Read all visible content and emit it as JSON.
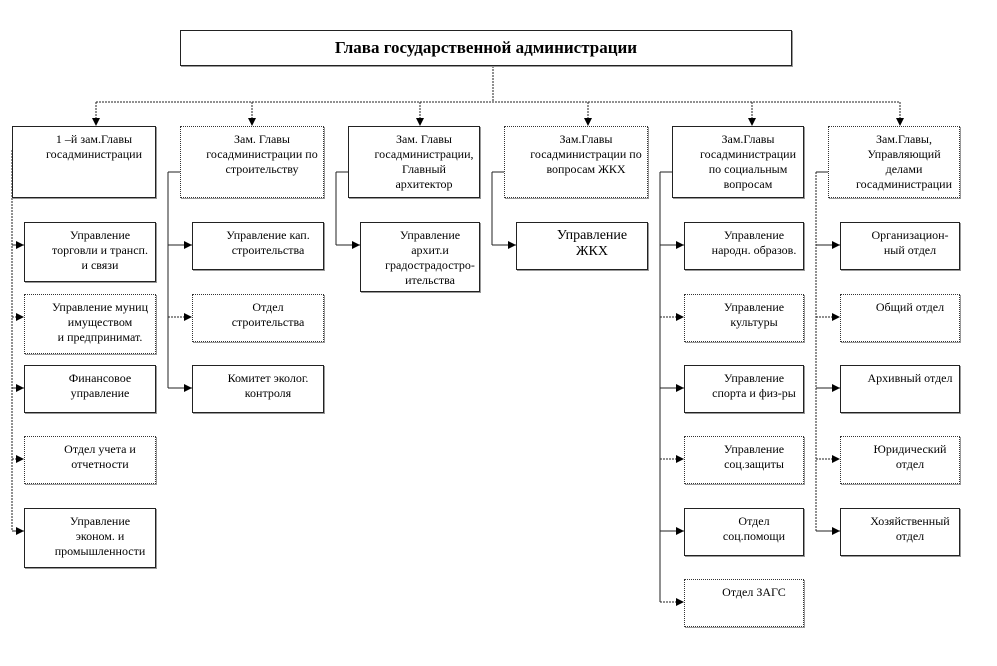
{
  "title": "Глава государственной администрации",
  "columns": [
    {
      "head": "1 –й зам.Главы\nгосадминистрации",
      "children": [
        "Управление\nторговли и трансп.\nи связи",
        "Управление муниц\nимуществом\nи  предпринимат.",
        "Финансовое\nуправление",
        "Отдел учета и\nотчетности",
        "Управление\nэконом. и\nпромышленности"
      ]
    },
    {
      "head": "Зам. Главы\nгосадминистрации по\nстроительству",
      "children": [
        "Управление кап.\nстроительства",
        "Отдел\nстроительства",
        "Комитет эколог.\nконтроля"
      ]
    },
    {
      "head": "Зам. Главы\nгосадминистрации,\nГлавный\nархитектор",
      "children": [
        "Управление\nархит.и\nградостраДостро-\nительства"
      ]
    },
    {
      "head": "Зам.Главы\nгосадминистрации по\nвопросам ЖКХ",
      "children": [
        "Управление\nЖКХ"
      ]
    },
    {
      "head": "Зам.Главы\nгосадминистрации\nпо социальным\nвопросам",
      "children": [
        "Управление\nнародн. образов.",
        "Управление\nкультуры",
        "Управление\nспорта и физ-ры",
        "Управление\nсоц.защиты",
        "Отдел\nсоц.помощи",
        "Отдел ЗАГС"
      ]
    },
    {
      "head": "Зам.Главы,\nУправляющий\nделами\nгосадминистрации",
      "children": [
        "Организацион-\nный отдел",
        "Общий отдел",
        "Архивный отдел",
        "Юридический\nотдел",
        "Хозяйственный\nотдел"
      ]
    }
  ]
}
